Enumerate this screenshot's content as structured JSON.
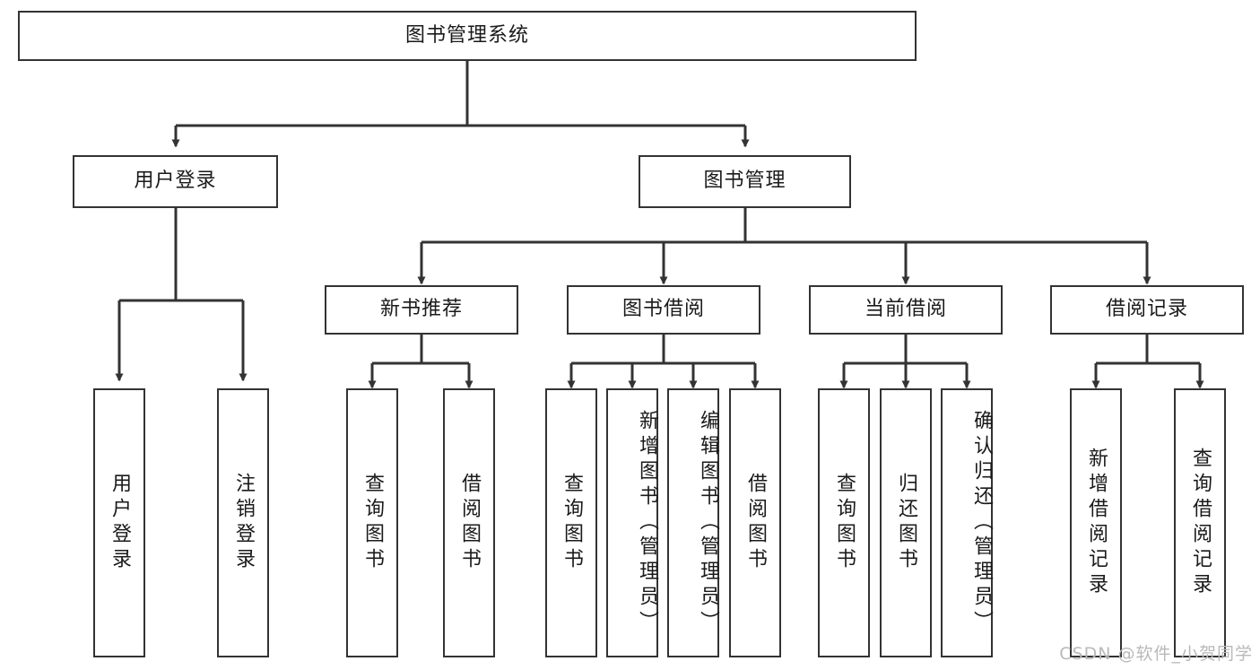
{
  "diagram": {
    "type": "tree",
    "title": "图书管理系统",
    "colors": {
      "stroke": "#333333",
      "box_fill": "#ffffff",
      "text": "#1a1a1a",
      "watermark": "#b9b9b9",
      "background": "#ffffff"
    },
    "root": {
      "id": "root",
      "label": "图书管理系统"
    },
    "level2": [
      {
        "id": "user-login",
        "label": "用户登录"
      },
      {
        "id": "book-manage",
        "label": "图书管理"
      }
    ],
    "level3": [
      {
        "id": "new-book-rec",
        "label": "新书推荐",
        "parent": "book-manage"
      },
      {
        "id": "book-borrow",
        "label": "图书借阅",
        "parent": "book-manage"
      },
      {
        "id": "current-borrow",
        "label": "当前借阅",
        "parent": "book-manage"
      },
      {
        "id": "borrow-record",
        "label": "借阅记录",
        "parent": "book-manage"
      }
    ],
    "leaves": {
      "user_login": [
        {
          "id": "leaf-user-login",
          "label": "用户登录"
        },
        {
          "id": "leaf-logout",
          "label": "注销登录"
        }
      ],
      "new_book_rec": [
        {
          "id": "leaf-query-book-1",
          "label": "查询图书"
        },
        {
          "id": "leaf-borrow-book-1",
          "label": "借阅图书"
        }
      ],
      "book_borrow": [
        {
          "id": "leaf-query-book-2",
          "label": "查询图书"
        },
        {
          "id": "leaf-add-book",
          "label": "新增图书（管理员）"
        },
        {
          "id": "leaf-edit-book",
          "label": "编辑图书（管理员）"
        },
        {
          "id": "leaf-borrow-book-2",
          "label": "借阅图书"
        }
      ],
      "current_borrow": [
        {
          "id": "leaf-query-book-3",
          "label": "查询图书"
        },
        {
          "id": "leaf-return-book",
          "label": "归还图书"
        },
        {
          "id": "leaf-confirm-return",
          "label": "确认归还（管理员）"
        }
      ],
      "borrow_record": [
        {
          "id": "leaf-add-record",
          "label": "新增借阅记录"
        },
        {
          "id": "leaf-query-record",
          "label": "查询借阅记录"
        }
      ]
    }
  },
  "watermark": {
    "text": "CSDN @软件_小贺同学"
  }
}
